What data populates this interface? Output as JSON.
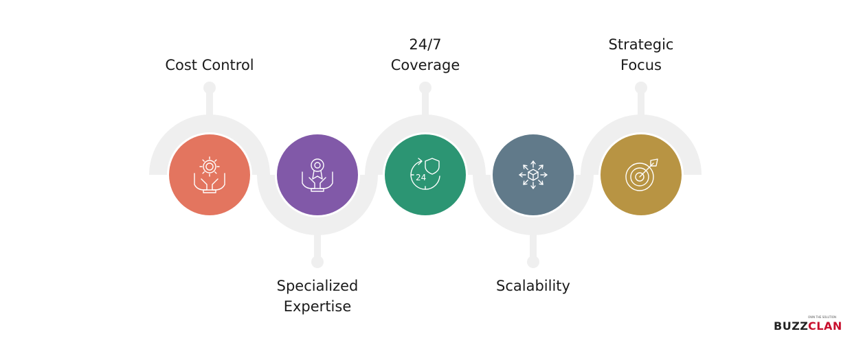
{
  "steps": [
    {
      "label": "Cost Control",
      "color": "#E3755F",
      "icon": "money-gear-hands-icon",
      "position": "top"
    },
    {
      "label": "Specialized\nExpertise",
      "color": "#8159A8",
      "icon": "award-hands-icon",
      "position": "bottom"
    },
    {
      "label": "24/7\nCoverage",
      "color": "#2C9573",
      "icon": "shield-clock-24-icon",
      "position": "top"
    },
    {
      "label": "Scalability",
      "color": "#617A8A",
      "icon": "scale-cube-arrows-icon",
      "position": "bottom"
    },
    {
      "label": "Strategic\nFocus",
      "color": "#B89443",
      "icon": "target-arrow-icon",
      "position": "top"
    }
  ],
  "track_color": "#EFEFEF",
  "logo": {
    "left": "BUZZ",
    "right": "CLAN",
    "tagline": "OWN THE SOLUTION"
  }
}
